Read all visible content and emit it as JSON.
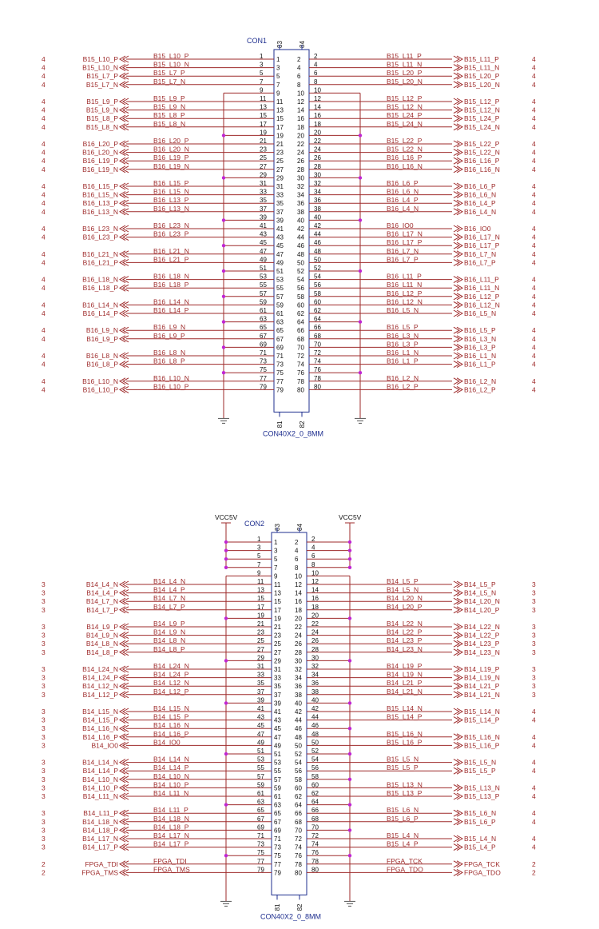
{
  "connectors": [
    {
      "ref": "CON1",
      "part": "CON40X2_0_8MM",
      "top_pins": [
        "83",
        "84"
      ],
      "bottom_pins": [
        "81",
        "82"
      ],
      "left_rows": [
        {
          "pin": "1",
          "sheet": "4",
          "port": "B15_L10_P",
          "net": "B15_L10_P"
        },
        {
          "pin": "3",
          "sheet": "4",
          "port": "B15_L10_N",
          "net": "B15_L10_N"
        },
        {
          "pin": "5",
          "sheet": "4",
          "port": "B15_L7_P",
          "net": "B15_L7_P"
        },
        {
          "pin": "7",
          "sheet": "4",
          "port": "B15_L7_N",
          "net": "B15_L7_N"
        },
        {
          "pin": "9",
          "gnd": true
        },
        {
          "pin": "11",
          "sheet": "4",
          "port": "B15_L9_P",
          "net": "B15_L9_P"
        },
        {
          "pin": "13",
          "sheet": "4",
          "port": "B15_L9_N",
          "net": "B15_L9_N"
        },
        {
          "pin": "15",
          "sheet": "4",
          "port": "B15_L8_P",
          "net": "B15_L8_P"
        },
        {
          "pin": "17",
          "sheet": "4",
          "port": "B15_L8_N",
          "net": "B15_L8_N"
        },
        {
          "pin": "19",
          "gnd": true
        },
        {
          "pin": "21",
          "sheet": "4",
          "port": "B16_L20_P",
          "net": "B16_L20_P"
        },
        {
          "pin": "23",
          "sheet": "4",
          "port": "B16_L20_N",
          "net": "B16_L20_N"
        },
        {
          "pin": "25",
          "sheet": "4",
          "port": "B16_L19_P",
          "net": "B16_L19_P"
        },
        {
          "pin": "27",
          "sheet": "4",
          "port": "B16_L19_N",
          "net": "B16_L19_N"
        },
        {
          "pin": "29",
          "gnd": true
        },
        {
          "pin": "31",
          "sheet": "4",
          "port": "B16_L15_P",
          "net": "B16_L15_P"
        },
        {
          "pin": "33",
          "sheet": "4",
          "port": "B16_L15_N",
          "net": "B16_L15_N"
        },
        {
          "pin": "35",
          "sheet": "4",
          "port": "B16_L13_P",
          "net": "B16_L13_P"
        },
        {
          "pin": "37",
          "sheet": "4",
          "port": "B16_L13_N",
          "net": "B16_L13_N"
        },
        {
          "pin": "39",
          "gnd": true
        },
        {
          "pin": "41",
          "sheet": "4",
          "port": "B16_L23_N",
          "net": "B16_L23_N"
        },
        {
          "pin": "43",
          "sheet": "4",
          "port": "B16_L23_P",
          "net": "B16_L23_P"
        },
        {
          "pin": "45",
          "gnd": true
        },
        {
          "pin": "47",
          "sheet": "4",
          "port": "B16_L21_N",
          "net": "B16_L21_N"
        },
        {
          "pin": "49",
          "sheet": "4",
          "port": "B16_L21_P",
          "net": "B16_L21_P"
        },
        {
          "pin": "51",
          "gnd": true
        },
        {
          "pin": "53",
          "sheet": "4",
          "port": "B16_L18_N",
          "net": "B16_L18_N"
        },
        {
          "pin": "55",
          "sheet": "4",
          "port": "B16_L18_P",
          "net": "B16_L18_P"
        },
        {
          "pin": "57",
          "gnd": true
        },
        {
          "pin": "59",
          "sheet": "4",
          "port": "B16_L14_N",
          "net": "B16_L14_N"
        },
        {
          "pin": "61",
          "sheet": "4",
          "port": "B16_L14_P",
          "net": "B16_L14_P"
        },
        {
          "pin": "63",
          "gnd": true
        },
        {
          "pin": "65",
          "sheet": "4",
          "port": "B16_L9_N",
          "net": "B16_L9_N"
        },
        {
          "pin": "67",
          "sheet": "4",
          "port": "B16_L9_P",
          "net": "B16_L9_P"
        },
        {
          "pin": "69",
          "gnd": true
        },
        {
          "pin": "71",
          "sheet": "4",
          "port": "B16_L8_N",
          "net": "B16_L8_N"
        },
        {
          "pin": "73",
          "sheet": "4",
          "port": "B16_L8_P",
          "net": "B16_L8_P"
        },
        {
          "pin": "75",
          "gnd": true
        },
        {
          "pin": "77",
          "sheet": "4",
          "port": "B16_L10_N",
          "net": "B16_L10_N"
        },
        {
          "pin": "79",
          "sheet": "4",
          "port": "B16_L10_P",
          "net": "B16_L10_P"
        }
      ],
      "right_rows": [
        {
          "pin": "2",
          "sheet": "4",
          "port": "B15_L11_P",
          "net": "B15_L11_P"
        },
        {
          "pin": "4",
          "sheet": "4",
          "port": "B15_L11_N",
          "net": "B15_L11_N"
        },
        {
          "pin": "6",
          "sheet": "4",
          "port": "B15_L20_P",
          "net": "B15_L20_P"
        },
        {
          "pin": "8",
          "sheet": "4",
          "port": "B15_L20_N",
          "net": "B15_L20_N"
        },
        {
          "pin": "10",
          "gnd": true
        },
        {
          "pin": "12",
          "sheet": "4",
          "port": "B15_L12_P",
          "net": "B15_L12_P"
        },
        {
          "pin": "14",
          "sheet": "4",
          "port": "B15_L12_N",
          "net": "B15_L12_N"
        },
        {
          "pin": "16",
          "sheet": "4",
          "port": "B15_L24_P",
          "net": "B15_L24_P"
        },
        {
          "pin": "18",
          "sheet": "4",
          "port": "B15_L24_N",
          "net": "B15_L24_N"
        },
        {
          "pin": "20",
          "gnd": true
        },
        {
          "pin": "22",
          "sheet": "4",
          "port": "B15_L22_P",
          "net": "B15_L22_P"
        },
        {
          "pin": "24",
          "sheet": "4",
          "port": "B15_L22_N",
          "net": "B15_L22_N"
        },
        {
          "pin": "26",
          "sheet": "4",
          "port": "B16_L16_P",
          "net": "B16_L16_P"
        },
        {
          "pin": "28",
          "sheet": "4",
          "port": "B16_L16_N",
          "net": "B16_L16_N"
        },
        {
          "pin": "30",
          "gnd": true
        },
        {
          "pin": "32",
          "sheet": "4",
          "port": "B16_L6_P",
          "net": "B16_L6_P"
        },
        {
          "pin": "34",
          "sheet": "4",
          "port": "B16_L6_N",
          "net": "B16_L6_N"
        },
        {
          "pin": "36",
          "sheet": "4",
          "port": "B16_L4_P",
          "net": "B16_L4_P"
        },
        {
          "pin": "38",
          "sheet": "4",
          "port": "B16_L4_N",
          "net": "B16_L4_N"
        },
        {
          "pin": "40",
          "gnd": true
        },
        {
          "pin": "42",
          "sheet": "4",
          "port": "B16_IO0",
          "net": "B16_IO0"
        },
        {
          "pin": "44",
          "sheet": "4",
          "port": "B16_L17_N",
          "net": "B16_L17_N"
        },
        {
          "pin": "46",
          "sheet": "4",
          "port": "B16_L17_P",
          "net": "B16_L17_P"
        },
        {
          "pin": "48",
          "sheet": "4",
          "port": "B16_L7_N",
          "net": "B16_L7_N"
        },
        {
          "pin": "50",
          "sheet": "4",
          "port": "B16_L7_P",
          "net": "B16_L7_P"
        },
        {
          "pin": "52",
          "gnd": true
        },
        {
          "pin": "54",
          "sheet": "4",
          "port": "B16_L11_P",
          "net": "B16_L11_P"
        },
        {
          "pin": "56",
          "sheet": "4",
          "port": "B16_L11_N",
          "net": "B16_L11_N"
        },
        {
          "pin": "58",
          "sheet": "4",
          "port": "B16_L12_P",
          "net": "B16_L12_P"
        },
        {
          "pin": "60",
          "sheet": "4",
          "port": "B16_L12_N",
          "net": "B16_L12_N"
        },
        {
          "pin": "62",
          "sheet": "4",
          "port": "B16_L5_N",
          "net": "B16_L5_N"
        },
        {
          "pin": "64",
          "gnd": true
        },
        {
          "pin": "66",
          "sheet": "4",
          "port": "B16_L5_P",
          "net": "B16_L5_P"
        },
        {
          "pin": "68",
          "sheet": "4",
          "port": "B16_L3_N",
          "net": "B16_L3_N"
        },
        {
          "pin": "70",
          "sheet": "4",
          "port": "B16_L3_P",
          "net": "B16_L3_P"
        },
        {
          "pin": "72",
          "sheet": "4",
          "port": "B16_L1_N",
          "net": "B16_L1_N"
        },
        {
          "pin": "74",
          "sheet": "4",
          "port": "B16_L1_P",
          "net": "B16_L1_P"
        },
        {
          "pin": "76",
          "gnd": true
        },
        {
          "pin": "78",
          "sheet": "4",
          "port": "B16_L2_N",
          "net": "B16_L2_N"
        },
        {
          "pin": "80",
          "sheet": "4",
          "port": "B16_L2_P",
          "net": "B16_L2_P"
        }
      ]
    },
    {
      "ref": "CON2",
      "part": "CON40X2_0_8MM",
      "power_label": "VCC5V",
      "top_pins": [
        "83",
        "84"
      ],
      "bottom_pins": [
        "81",
        "82"
      ],
      "left_rows": [
        {
          "pin": "1",
          "vcc": true
        },
        {
          "pin": "3",
          "vcc": true
        },
        {
          "pin": "5",
          "vcc": true
        },
        {
          "pin": "7",
          "vcc": true
        },
        {
          "pin": "9",
          "gnd": true
        },
        {
          "pin": "11",
          "sheet": "3",
          "port": "B14_L4_N",
          "net": "B14_L4_N"
        },
        {
          "pin": "13",
          "sheet": "3",
          "port": "B14_L4_P",
          "net": "B14_L4_P"
        },
        {
          "pin": "15",
          "sheet": "3",
          "port": "B14_L7_N",
          "net": "B14_L7_N"
        },
        {
          "pin": "17",
          "sheet": "3",
          "port": "B14_L7_P",
          "net": "B14_L7_P"
        },
        {
          "pin": "19",
          "gnd": true
        },
        {
          "pin": "21",
          "sheet": "3",
          "port": "B14_L9_P",
          "net": "B14_L9_P"
        },
        {
          "pin": "23",
          "sheet": "3",
          "port": "B14_L9_N",
          "net": "B14_L9_N"
        },
        {
          "pin": "25",
          "sheet": "3",
          "port": "B14_L8_N",
          "net": "B14_L8_N"
        },
        {
          "pin": "27",
          "sheet": "3",
          "port": "B14_L8_P",
          "net": "B14_L8_P"
        },
        {
          "pin": "29",
          "gnd": true
        },
        {
          "pin": "31",
          "sheet": "3",
          "port": "B14_L24_N",
          "net": "B14_L24_N"
        },
        {
          "pin": "33",
          "sheet": "3",
          "port": "B14_L24_P",
          "net": "B14_L24_P"
        },
        {
          "pin": "35",
          "sheet": "3",
          "port": "B14_L12_N",
          "net": "B14_L12_N"
        },
        {
          "pin": "37",
          "sheet": "3",
          "port": "B14_L12_P",
          "net": "B14_L12_P"
        },
        {
          "pin": "39",
          "gnd": true
        },
        {
          "pin": "41",
          "sheet": "3",
          "port": "B14_L15_N",
          "net": "B14_L15_N"
        },
        {
          "pin": "43",
          "sheet": "3",
          "port": "B14_L15_P",
          "net": "B14_L15_P"
        },
        {
          "pin": "45",
          "sheet": "3",
          "port": "B14_L16_N",
          "net": "B14_L16_N"
        },
        {
          "pin": "47",
          "sheet": "3",
          "port": "B14_L16_P",
          "net": "B14_L16_P"
        },
        {
          "pin": "49",
          "sheet": "3",
          "port": "B14_IO0",
          "net": "B14_IO0"
        },
        {
          "pin": "51",
          "gnd": true
        },
        {
          "pin": "53",
          "sheet": "3",
          "port": "B14_L14_N",
          "net": "B14_L14_N"
        },
        {
          "pin": "55",
          "sheet": "3",
          "port": "B14_L14_P",
          "net": "B14_L14_P"
        },
        {
          "pin": "57",
          "sheet": "3",
          "port": "B14_L10_N",
          "net": "B14_L10_N"
        },
        {
          "pin": "59",
          "sheet": "3",
          "port": "B14_L10_P",
          "net": "B14_L10_P"
        },
        {
          "pin": "61",
          "sheet": "3",
          "port": "B14_L11_N",
          "net": "B14_L11_N"
        },
        {
          "pin": "63",
          "gnd": true
        },
        {
          "pin": "65",
          "sheet": "3",
          "port": "B14_L11_P",
          "net": "B14_L11_P"
        },
        {
          "pin": "67",
          "sheet": "3",
          "port": "B14_L18_N",
          "net": "B14_L18_N"
        },
        {
          "pin": "69",
          "sheet": "3",
          "port": "B14_L18_P",
          "net": "B14_L18_P"
        },
        {
          "pin": "71",
          "sheet": "3",
          "port": "B14_L17_N",
          "net": "B14_L17_N"
        },
        {
          "pin": "73",
          "sheet": "3",
          "port": "B14_L17_P",
          "net": "B14_L17_P"
        },
        {
          "pin": "75",
          "gnd": true
        },
        {
          "pin": "77",
          "sheet": "2",
          "port": "FPGA_TDI",
          "net": "FPGA_TDI"
        },
        {
          "pin": "79",
          "sheet": "2",
          "port": "FPGA_TMS",
          "net": "FPGA_TMS"
        }
      ],
      "right_rows": [
        {
          "pin": "2",
          "vcc": true
        },
        {
          "pin": "4",
          "vcc": true
        },
        {
          "pin": "6",
          "vcc": true
        },
        {
          "pin": "8",
          "vcc": true
        },
        {
          "pin": "10",
          "gnd": true
        },
        {
          "pin": "12",
          "sheet": "3",
          "port": "B14_L5_P",
          "net": "B14_L5_P"
        },
        {
          "pin": "14",
          "sheet": "3",
          "port": "B14_L5_N",
          "net": "B14_L5_N"
        },
        {
          "pin": "16",
          "sheet": "3",
          "port": "B14_L20_N",
          "net": "B14_L20_N"
        },
        {
          "pin": "18",
          "sheet": "3",
          "port": "B14_L20_P",
          "net": "B14_L20_P"
        },
        {
          "pin": "20",
          "gnd": true
        },
        {
          "pin": "22",
          "sheet": "3",
          "port": "B14_L22_N",
          "net": "B14_L22_N"
        },
        {
          "pin": "24",
          "sheet": "3",
          "port": "B14_L22_P",
          "net": "B14_L22_P"
        },
        {
          "pin": "26",
          "sheet": "3",
          "port": "B14_L23_P",
          "net": "B14_L23_P"
        },
        {
          "pin": "28",
          "sheet": "3",
          "port": "B14_L23_N",
          "net": "B14_L23_N"
        },
        {
          "pin": "30",
          "gnd": true
        },
        {
          "pin": "32",
          "sheet": "3",
          "port": "B14_L19_P",
          "net": "B14_L19_P"
        },
        {
          "pin": "34",
          "sheet": "3",
          "port": "B14_L19_N",
          "net": "B14_L19_N"
        },
        {
          "pin": "36",
          "sheet": "3",
          "port": "B14_L21_P",
          "net": "B14_L21_P"
        },
        {
          "pin": "38",
          "sheet": "3",
          "port": "B14_L21_N",
          "net": "B14_L21_N"
        },
        {
          "pin": "40",
          "gnd": true
        },
        {
          "pin": "42",
          "sheet": "4",
          "port": "B15_L14_N",
          "net": "B15_L14_N"
        },
        {
          "pin": "44",
          "sheet": "4",
          "port": "B15_L14_P",
          "net": "B15_L14_P"
        },
        {
          "pin": "46",
          "gnd": true
        },
        {
          "pin": "48",
          "sheet": "4",
          "port": "B15_L16_N",
          "net": "B15_L16_N"
        },
        {
          "pin": "50",
          "sheet": "4",
          "port": "B15_L16_P",
          "net": "B15_L16_P"
        },
        {
          "pin": "52",
          "gnd": true
        },
        {
          "pin": "54",
          "sheet": "4",
          "port": "B15_L5_N",
          "net": "B15_L5_N"
        },
        {
          "pin": "56",
          "sheet": "4",
          "port": "B15_L5_P",
          "net": "B15_L5_P"
        },
        {
          "pin": "58",
          "gnd": true
        },
        {
          "pin": "60",
          "sheet": "4",
          "port": "B15_L13_N",
          "net": "B15_L13_N"
        },
        {
          "pin": "62",
          "sheet": "4",
          "port": "B15_L13_P",
          "net": "B15_L13_P"
        },
        {
          "pin": "64",
          "gnd": true
        },
        {
          "pin": "66",
          "sheet": "4",
          "port": "B15_L6_N",
          "net": "B15_L6_N"
        },
        {
          "pin": "68",
          "sheet": "4",
          "port": "B15_L6_P",
          "net": "B15_L6_P"
        },
        {
          "pin": "70",
          "gnd": true
        },
        {
          "pin": "72",
          "sheet": "4",
          "port": "B15_L4_N",
          "net": "B15_L4_N"
        },
        {
          "pin": "74",
          "sheet": "4",
          "port": "B15_L4_P",
          "net": "B15_L4_P"
        },
        {
          "pin": "76",
          "gnd": true
        },
        {
          "pin": "78",
          "sheet": "2",
          "port": "FPGA_TCK",
          "net": "FPGA_TCK"
        },
        {
          "pin": "80",
          "sheet": "2",
          "port": "FPGA_TDO",
          "net": "FPGA_TDO"
        }
      ]
    }
  ],
  "colors": {
    "wire": "#9e2a2a",
    "body": "#1f2f8f",
    "pin_number": "#111111",
    "junction": "#c026d3",
    "ground": "#555555"
  }
}
